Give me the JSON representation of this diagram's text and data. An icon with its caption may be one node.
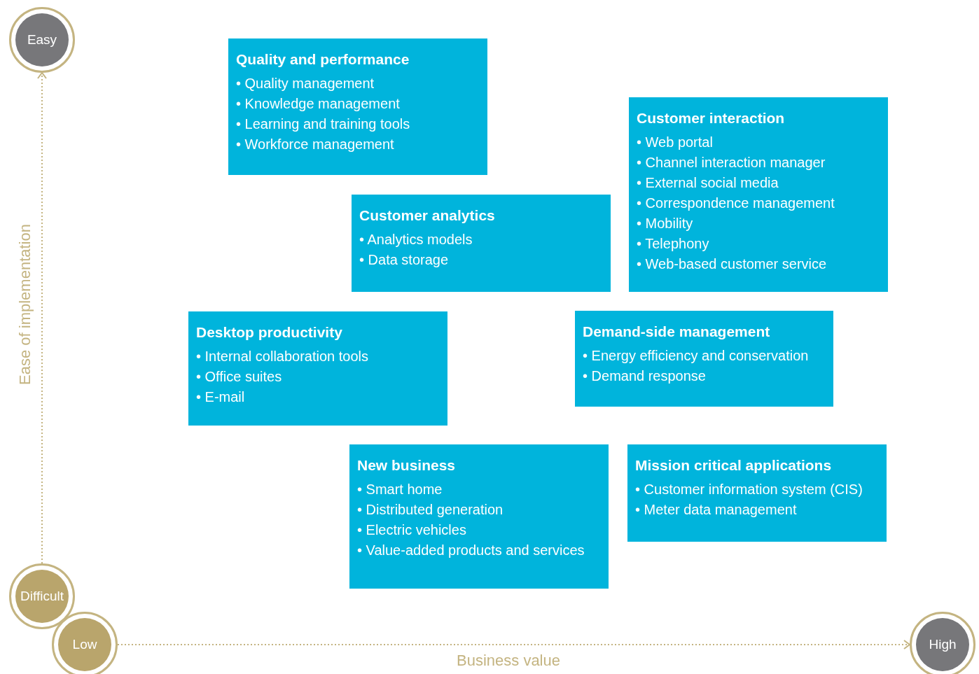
{
  "diagram": {
    "nodes": [
      {
        "text": [
          "Easy"
        ]
      },
      {
        "text": [
          "Quality and performance",
          "• Quality management",
          "• Knowledge management",
          "• Learning and training tools",
          "• Workforce management"
        ]
      },
      {
        "text": [
          "Customer interaction",
          "• Web portal",
          "• Channel interaction manager",
          "• External social media",
          "• Correspondence management",
          "• Mobility",
          "• Telephony",
          "• Web-based customer service"
        ]
      },
      {
        "text": [
          "Customer analytics",
          "• Analytics models",
          "• Data storage"
        ]
      },
      {
        "text": [
          "Desktop productivity",
          "• Internal collaboration tools",
          "• Office suites",
          "• E-mail"
        ]
      },
      {
        "text": [
          "Demand-side management",
          "• Energy efficiency and conservation",
          "• Demand response"
        ]
      },
      {
        "text": [
          "New business",
          "• Smart home",
          "• Distributed generation",
          "• Electric vehicles",
          "• Value-added products and services"
        ]
      },
      {
        "text": [
          "Mission critical applications",
          "• Customer information system (CIS)",
          "• Meter data management"
        ]
      },
      {
        "text": [
          "Difficult"
        ]
      },
      {
        "text": [
          "Low"
        ]
      },
      {
        "text": [
          "High"
        ]
      }
    ],
    "edges": [
      {
        "from": 8,
        "to": 0,
        "arrow": "to",
        "style": "dashed",
        "label": "Ease of implementation"
      },
      {
        "from": 9,
        "to": 10,
        "arrow": "to",
        "style": "dashed",
        "label": "Business value"
      }
    ]
  }
}
